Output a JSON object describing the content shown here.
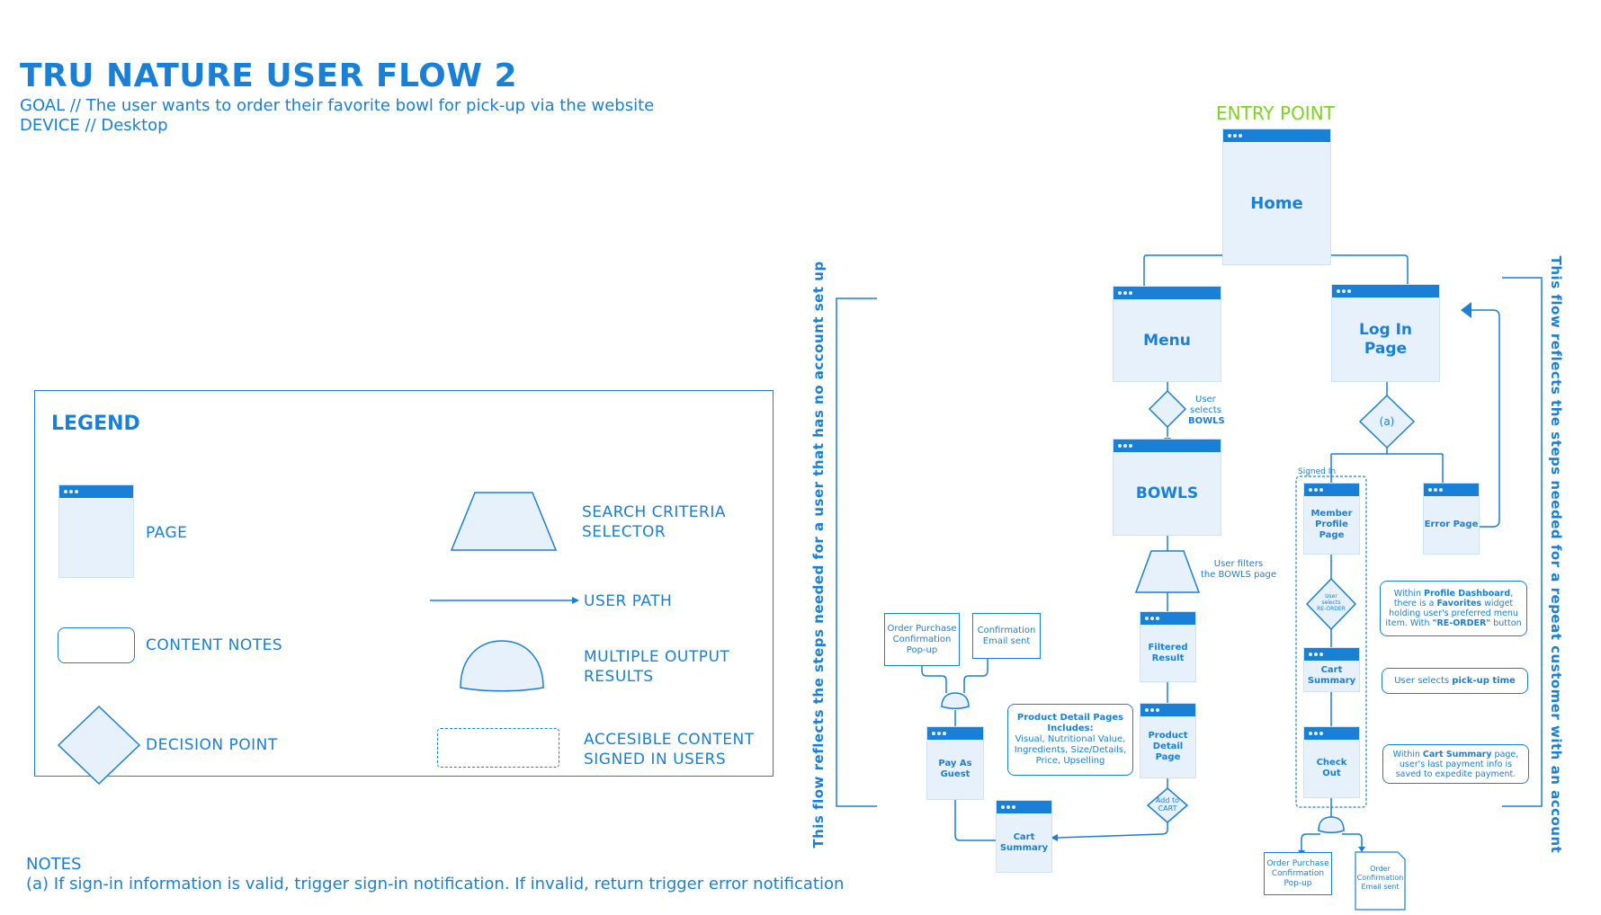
{
  "header": {
    "title": "TRU NATURE USER FLOW 2",
    "goal": "GOAL // The user wants to order their favorite bowl for pick-up via the website",
    "device": "DEVICE //  Desktop"
  },
  "entry_point": "ENTRY POINT",
  "legend": {
    "title": "LEGEND",
    "page": "PAGE",
    "content_notes": "CONTENT NOTES",
    "decision_point": "DECISION POINT",
    "search_criteria": "SEARCH CRITERIA SELECTOR",
    "user_path": "USER PATH",
    "multiple_output": "MULTIPLE OUTPUT RESULTS",
    "accessible": "ACCESIBLE CONTENT SIGNED IN USERS"
  },
  "notes": {
    "title": "NOTES",
    "a": "(a) If sign-in information is valid, trigger sign-in notification. If invalid, return trigger error notification"
  },
  "side_labels": {
    "left": "This flow reflects the steps needed for a user that has no account set up",
    "right": "This flow reflects the steps needed for a repeat customer with an account"
  },
  "flow": {
    "home": "Home",
    "menu": "Menu",
    "login_line1": "Log In",
    "login_line2": "Page",
    "user_selects_bowls_1": "User",
    "user_selects_bowls_2": "selects",
    "user_selects_bowls_3": "BOWLS",
    "bowls": "BOWLS",
    "decision_a": "(a)",
    "user_filters_1": "User filters",
    "user_filters_2": "the BOWLS page",
    "filtered_result": "Filtered Result",
    "product_detail": "Product Detail Page",
    "add_to_cart_1": "Add to",
    "add_to_cart_2": "CART",
    "product_detail_note_title": "Product Detail Pages Includes:",
    "product_detail_note_body": "Visual, Nutritional Value, Ingredients, Size/Details, Price, Upselling",
    "pay_as_guest": "Pay As Guest",
    "cart_summary": "Cart Summary",
    "order_confirm_left": "Order Purchase Confirmation Pop-up",
    "email_sent_left": "Confirmation Email sent",
    "signed_in": "Signed In",
    "member_profile": "Member Profile Page",
    "error_page": "Error Page",
    "user_selects_reorder_1": "User",
    "user_selects_reorder_2": "selects",
    "user_selects_reorder_3": "RE-ORDER",
    "cart_summary_right": "Cart Summary",
    "check_out": "Check Out",
    "profile_note_1": "Within ",
    "profile_note_b1": "Profile Dashboard",
    "profile_note_2": ", there is a ",
    "profile_note_b2": "Favorites",
    "profile_note_3": " widget holding user's preferred menu item. With ",
    "profile_note_b3": "\"RE-ORDER\"",
    "profile_note_4": " button",
    "pickup_note_1": "User selects ",
    "pickup_note_b": "pick-up time",
    "cart_note_1": "Within ",
    "cart_note_b": "Cart Summary",
    "cart_note_2": " page, user's last payment info is saved to expedite payment.",
    "order_confirm_right": "Order Purchase Confirmation Pop-up",
    "email_sent_right": "Order Confirmation Email sent"
  },
  "colors": {
    "primary": "#1a7fd6",
    "fill": "#e6f1fc",
    "entry": "#7ed321"
  }
}
